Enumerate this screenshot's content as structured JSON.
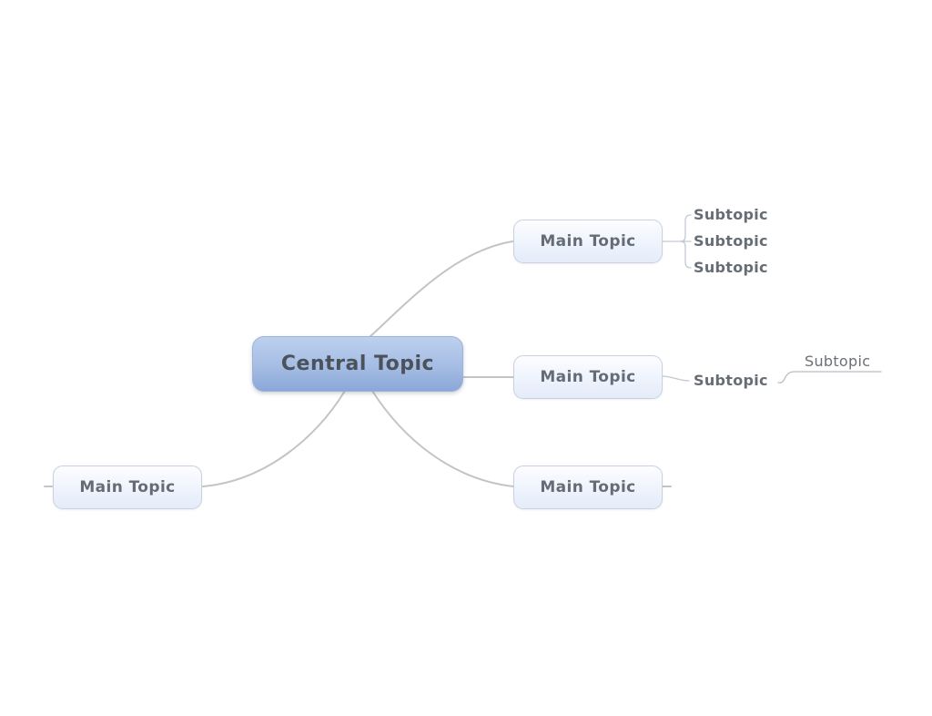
{
  "mindmap": {
    "central": {
      "label": "Central Topic",
      "children_right": [
        {
          "label": "Main Topic",
          "children": [
            {
              "label": "Subtopic"
            },
            {
              "label": "Subtopic"
            },
            {
              "label": "Subtopic"
            }
          ]
        },
        {
          "label": "Main Topic",
          "children": [
            {
              "label": "Subtopic",
              "children": [
                {
                  "label": "Subtopic"
                }
              ]
            }
          ]
        },
        {
          "label": "Main Topic",
          "children": []
        }
      ],
      "children_left": [
        {
          "label": "Main Topic",
          "children": []
        }
      ]
    }
  },
  "colors": {
    "canvas_background": "#ffffff",
    "central_gradient_top": "#bdd0ee",
    "central_gradient_bottom": "#8aa7d8",
    "central_text": "#4b525c",
    "main_gradient_top": "#fdfdff",
    "main_gradient_bottom": "#e4ecfa",
    "main_border": "#c9d1e1",
    "main_text": "#656c76",
    "subtopic_text": "#666d75",
    "branch_connector": "#c4c4c4",
    "subtopic_connector": "#c3c9d2",
    "subtopic_underline": "#b9bcc0"
  }
}
